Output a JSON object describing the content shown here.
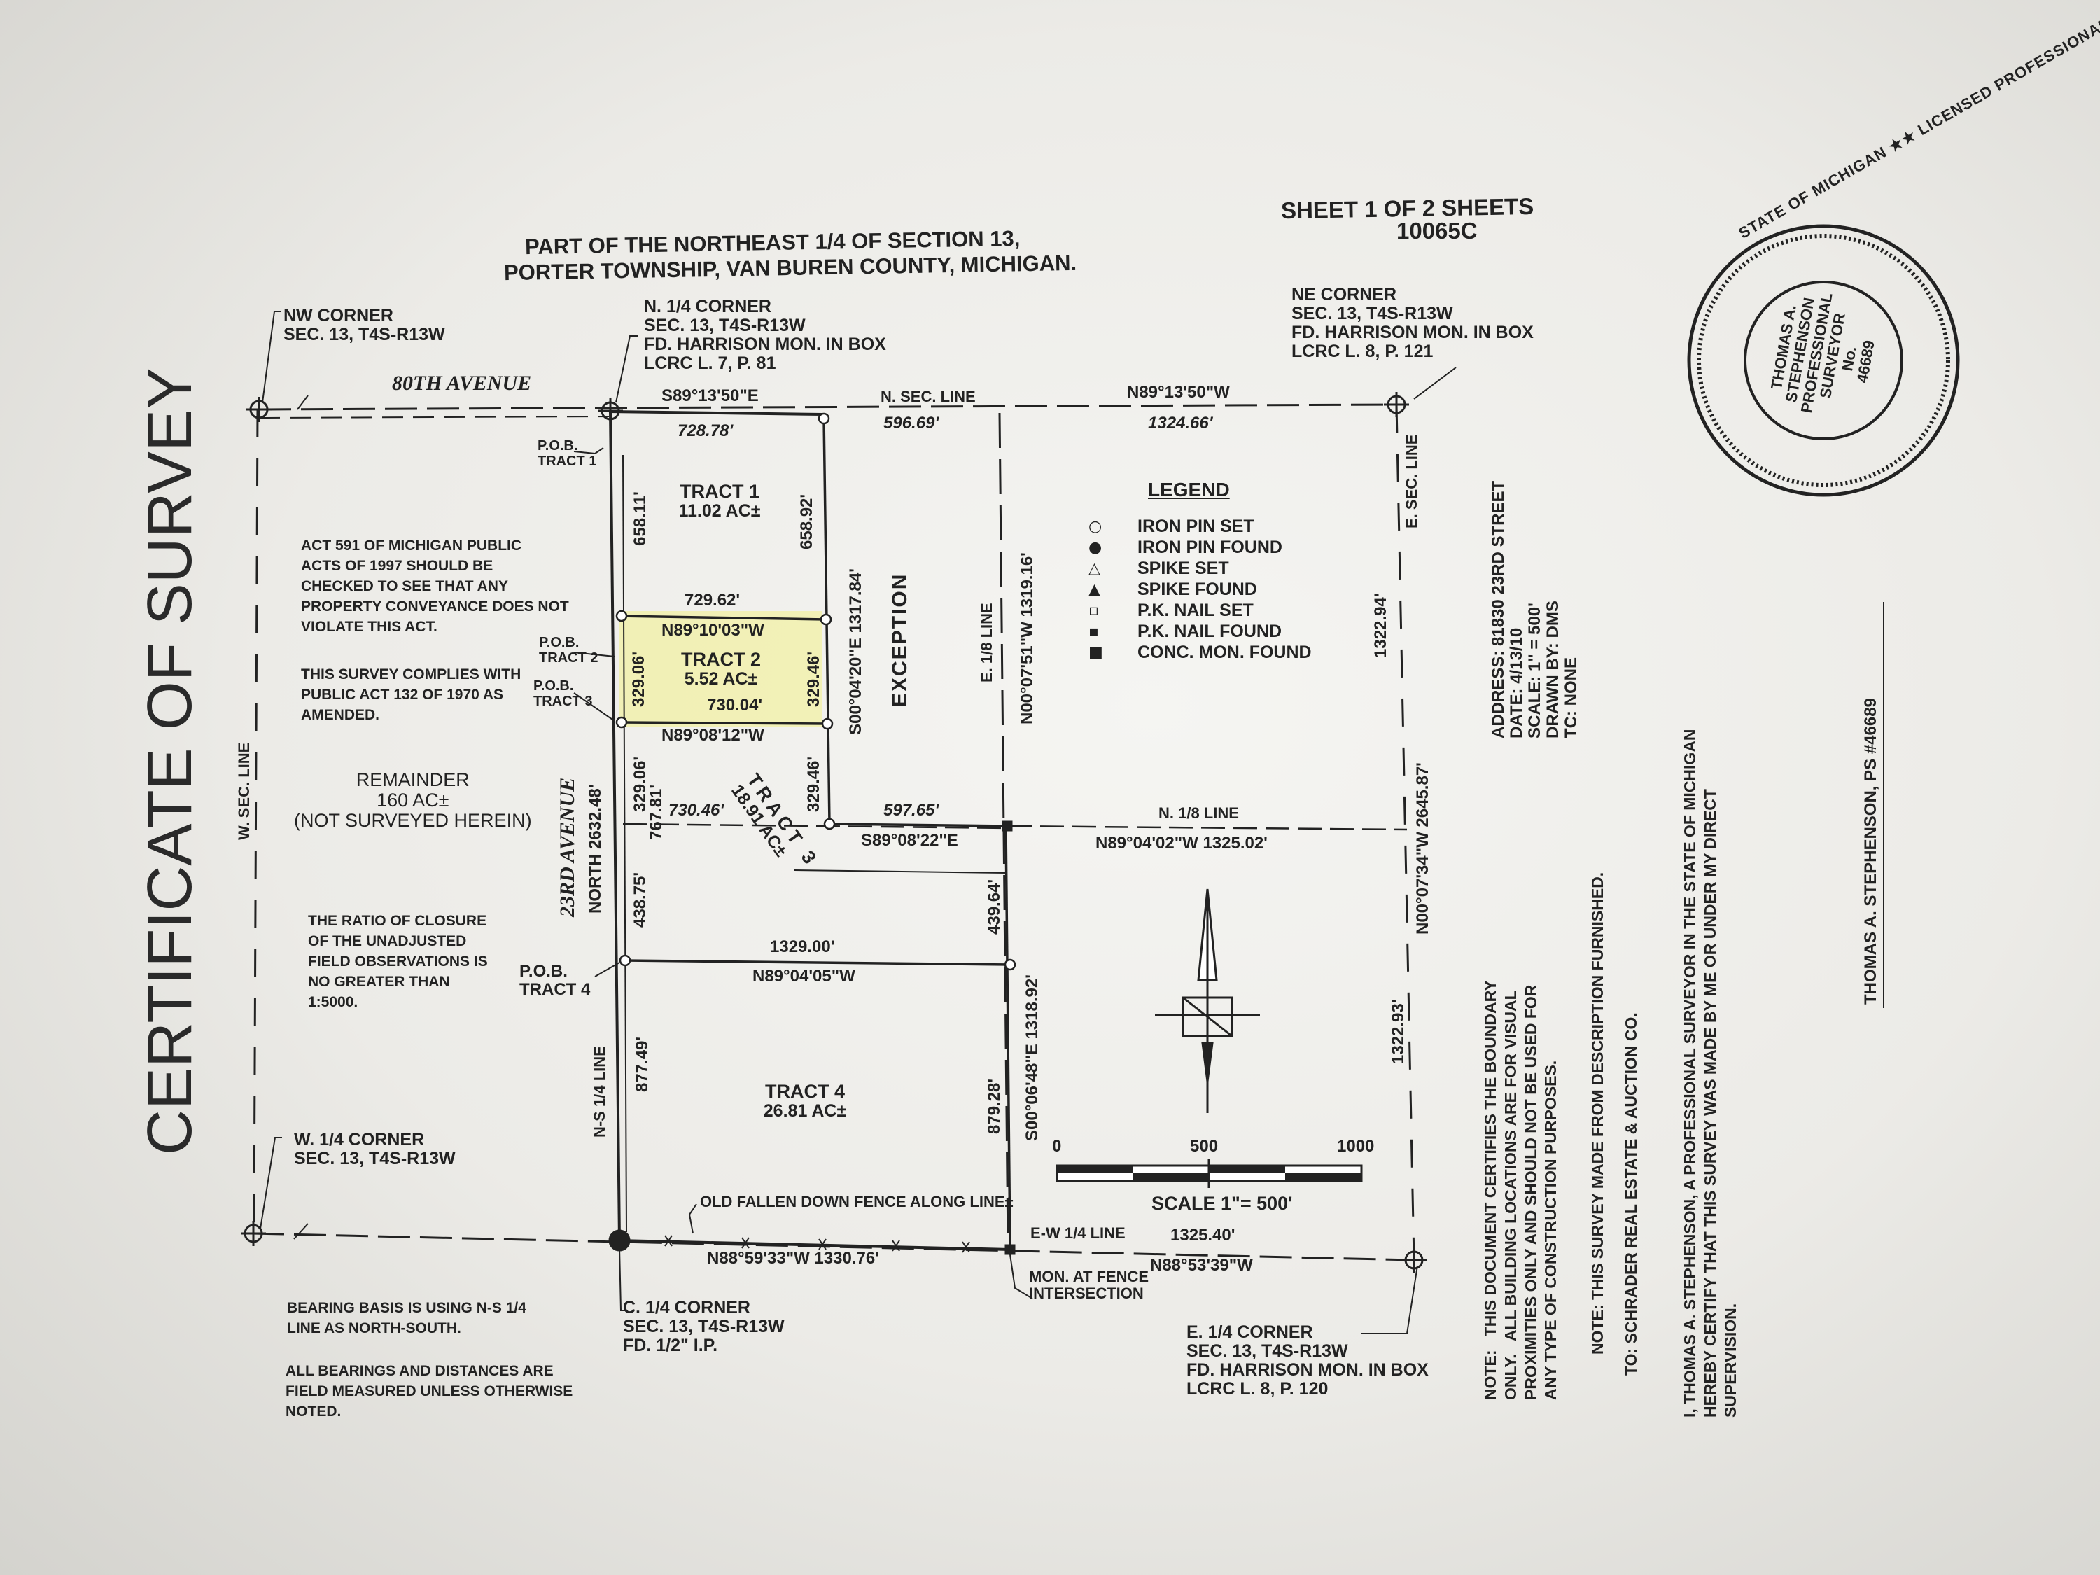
{
  "title": "CERTIFICATE OF SURVEY",
  "sheet": {
    "label": "SHEET  1  OF  2  SHEETS",
    "number": "10065C"
  },
  "heading": {
    "line1": "PART OF THE NORTHEAST 1/4 OF SECTION 13,",
    "line2": "PORTER TOWNSHIP, VAN BUREN COUNTY, MICHIGAN."
  },
  "corners": {
    "nw": "NW CORNER\nSEC. 13, T4S-R13W",
    "n_quarter": "N. 1/4 CORNER\nSEC. 13, T4S-R13W\nFD. HARRISON MON. IN BOX\nLCRC L. 7, P. 81",
    "ne": "NE CORNER\nSEC. 13, T4S-R13W\nFD. HARRISON MON. IN BOX\nLCRC L. 8, P. 121",
    "w_quarter": "W. 1/4 CORNER\nSEC. 13, T4S-R13W",
    "c_quarter": "C. 1/4 CORNER\nSEC. 13, T4S-R13W\nFD. 1/2\" I.P.",
    "e_quarter": "E. 1/4 CORNER\nSEC. 13, T4S-R13W\nFD. HARRISON MON. IN BOX\nLCRC L. 8, P. 120"
  },
  "roads": {
    "north": "80TH AVENUE",
    "west": "23RD AVENUE"
  },
  "lines": {
    "n_sec_line": "N. SEC. LINE",
    "w_sec_line": "W. SEC. LINE",
    "e_sec_line": "E. SEC. LINE",
    "e_eighth_line": "E. 1/8 LINE",
    "n_eighth_line": "N. 1/8 LINE",
    "ns_quarter_line": "N-S 1/4 LINE",
    "ew_quarter_line": "E-W 1/4 LINE",
    "fence": "OLD FALLEN DOWN FENCE ALONG LINE±",
    "mon_at_fence": "MON. AT FENCE\nINTERSECTION"
  },
  "bearings": {
    "top_west": "S89°13'50\"E",
    "top_east": "N89°13'50\"W",
    "tract2_top": "N89°10'03\"W",
    "tract2_bottom": "N89°08'12\"W",
    "eighth_west": "S89°08'22\"E",
    "eighth_east": "N89°04'02\"W 1325.02'",
    "tract4_top": "N89°04'05\"W",
    "bottom_west": "N88°59'33\"W  1330.76'",
    "bottom_east": "N88°53'39\"W",
    "tract_east": "S00°04'20\"E 1317.84'",
    "e_eighth_upper": "N00°07'51\"W 1319.16'",
    "e_eighth_lower": "S00°06'48\"E 1318.92'",
    "e_sec": "N00°07'34\"W 2645.87'",
    "west_road": "NORTH 2632.48'"
  },
  "distances": {
    "d728_78": "728.78'",
    "d596_69": "596.69'",
    "d1324_66": "1324.66'",
    "d658_11": "658.11'",
    "d658_92": "658.92'",
    "d729_62": "729.62'",
    "d730_04": "730.04'",
    "d329_06a": "329.06'",
    "d329_46a": "329.46'",
    "d329_06b": "329.06'",
    "d329_46b": "329.46'",
    "d730_46": "730.46'",
    "d597_65": "597.65'",
    "d767_81": "767.81'",
    "d438_75": "438.75'",
    "d439_64": "439.64'",
    "d1329_00": "1329.00'",
    "d877_49": "877.49'",
    "d879_28": "879.28'",
    "d1325_40": "1325.40'",
    "d1322_94": "1322.94'",
    "d1322_93": "1322.93'"
  },
  "tracts": {
    "t1": {
      "name": "TRACT 1",
      "area": "11.02 AC±"
    },
    "t2": {
      "name": "TRACT 2",
      "area": "5.52 AC±"
    },
    "t3": {
      "name": "TRACT 3",
      "area": "18.91 AC±"
    },
    "t4": {
      "name": "TRACT 4",
      "area": "26.81 AC±"
    },
    "remainder": "REMAINDER\n160 AC±\n(NOT SURVEYED HEREIN)",
    "exception": "EXCEPTION"
  },
  "pob": {
    "t1": "P.O.B.\nTRACT 1",
    "t2": "P.O.B.\nTRACT 2",
    "t3": "P.O.B.\nTRACT 3",
    "t4": "P.O.B.\nTRACT 4"
  },
  "notes_left": {
    "act591": "ACT 591 OF MICHIGAN PUBLIC\nACTS OF 1997 SHOULD BE\nCHECKED TO SEE THAT ANY\nPROPERTY CONVEYANCE DOES NOT\nVIOLATE THIS ACT.",
    "act132": "THIS SURVEY COMPLIES WITH\nPUBLIC ACT 132 OF 1970 AS\nAMENDED.",
    "ratio": "THE RATIO OF CLOSURE\nOF THE UNADJUSTED\nFIELD OBSERVATIONS IS\nNO GREATER THAN\n1:5000.",
    "bearing_basis": "BEARING BASIS IS USING N-S 1/4\nLINE AS NORTH-SOUTH.",
    "measured": "ALL BEARINGS AND DISTANCES ARE\nFIELD MEASURED UNLESS OTHERWISE\nNOTED."
  },
  "legend": {
    "title": "LEGEND",
    "items": [
      {
        "symbol": "○",
        "label": "IRON PIN SET"
      },
      {
        "symbol": "●",
        "label": "IRON PIN FOUND"
      },
      {
        "symbol": "△",
        "label": "SPIKE SET"
      },
      {
        "symbol": "▲",
        "label": "SPIKE FOUND"
      },
      {
        "symbol": "▫",
        "label": "P.K. NAIL SET"
      },
      {
        "symbol": "▪",
        "label": "P.K. NAIL FOUND"
      },
      {
        "symbol": "■",
        "label": "CONC. MON. FOUND"
      }
    ]
  },
  "scale": {
    "ticks": [
      "0",
      "500",
      "1000"
    ],
    "label": "SCALE  1\"= 500'"
  },
  "info": {
    "address": "ADDRESS: 81830 23RD STREET",
    "date": "DATE: 4/13/10",
    "scale": "SCALE: 1\" = 500'",
    "drawn": "DRAWN BY: DMS",
    "tc": "TC: NONE"
  },
  "notes_right": {
    "note1": "NOTE:   THIS DOCUMENT CERTIFIES THE BOUNDARY\nONLY.   ALL BUILDING LOCATIONS ARE FOR VISUAL\nPROXIMITIES ONLY AND SHOULD NOT BE USED FOR\nANY TYPE OF CONSTRUCTION PURPOSES.",
    "note2": "NOTE: THIS SURVEY MADE FROM DESCRIPTION FURNISHED.",
    "to": "TO: SCHRADER REAL ESTATE & AUCTION CO.",
    "cert": "I, THOMAS A. STEPHENSON, A PROFESSIONAL SURVEYOR IN THE STATE OF MICHIGAN\nHEREBY CERTIFY THAT THIS SURVEY WAS MADE BY ME OR UNDER MY DIRECT\nSUPERVISION.",
    "signature": "THOMAS A. STEPHENSON, PS #46689"
  },
  "seal": {
    "outer": "STATE OF MICHIGAN ★★ LICENSED PROFESSIONAL",
    "inner": "THOMAS A.\nSTEPHENSON\nPROFESSIONAL\nSURVEYOR\nNo.\n46689"
  }
}
